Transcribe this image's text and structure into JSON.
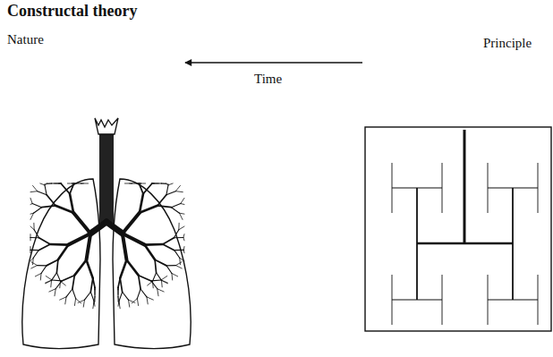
{
  "diagram": {
    "title": "Constructal theory",
    "labels": [
      "Nature",
      "Time",
      "Principle"
    ]
  }
}
